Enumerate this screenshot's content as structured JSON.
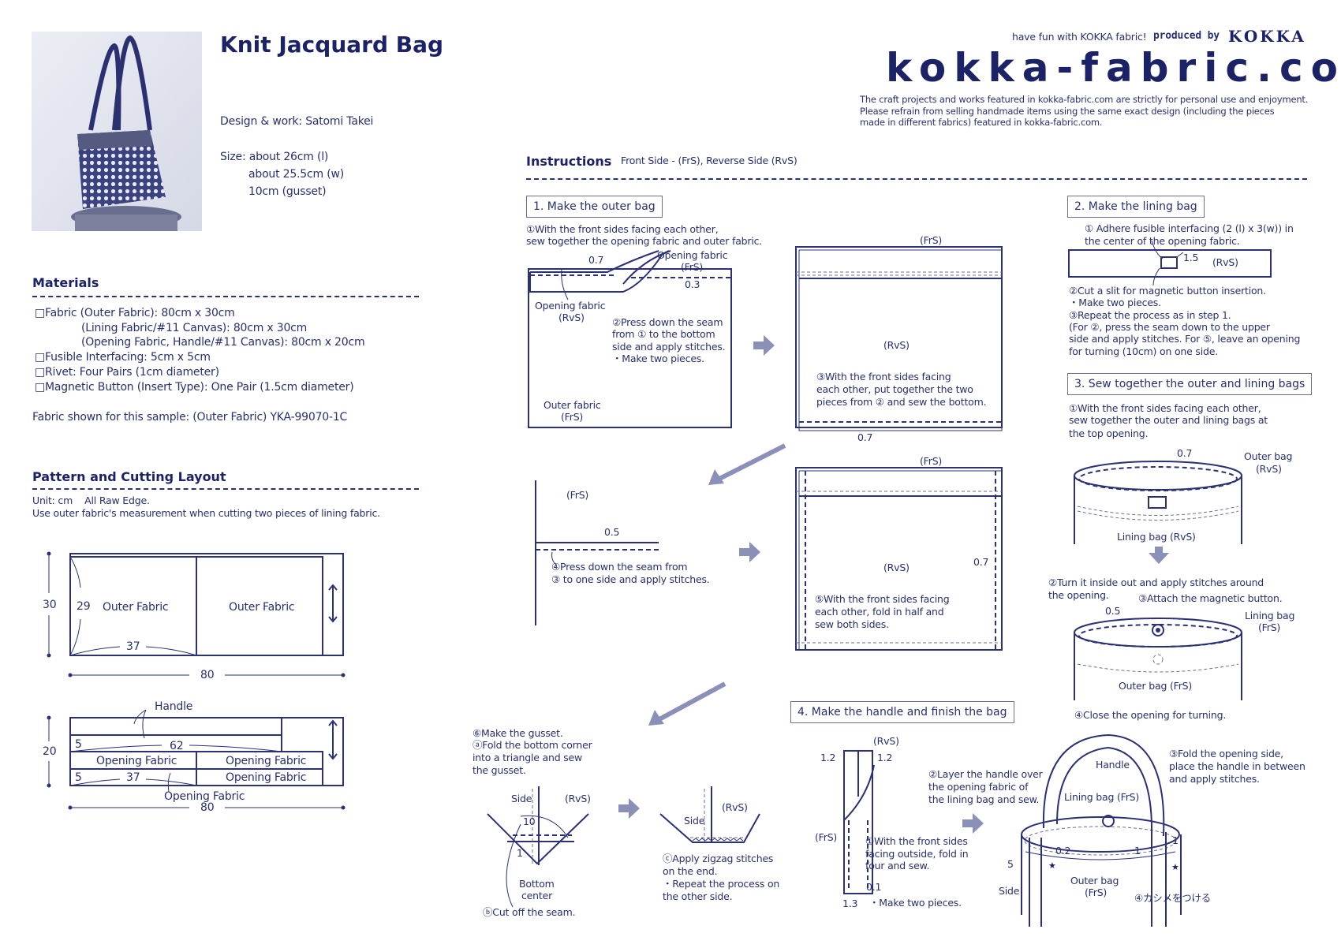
{
  "header": {
    "title": "Knit Jacquard Bag",
    "design": "Design & work: Satomi Takei",
    "size": [
      "Size: about 26cm (l)",
      "about 25.5cm (w)",
      "10cm (gusset)"
    ]
  },
  "brand": {
    "tagline": "have fun with KOKKA fabric!",
    "produced_by": "produced by",
    "kokka": "KOKKA",
    "logo": "kokka-fabric.com",
    "disclaimer": [
      "The craft projects and works featured in kokka-fabric.com are strictly for personal use and enjoyment.",
      "Please refrain from selling handmade items using the same exact design (including the pieces",
      "made in different fabrics) featured in kokka-fabric.com."
    ]
  },
  "materials": {
    "heading": "Materials",
    "items": [
      "□Fabric (Outer Fabric): 80cm x 30cm",
      "(Lining Fabric/#11 Canvas): 80cm x 30cm",
      "(Opening Fabric, Handle/#11 Canvas): 80cm x 20cm",
      "□Fusible Interfacing: 5cm x 5cm",
      "□Rivet: Four Pairs (1cm diameter)",
      "□Magnetic Button (Insert Type): One Pair (1.5cm diameter)"
    ],
    "sample": "Fabric shown for this sample: (Outer Fabric) YKA-99070-1C"
  },
  "pattern": {
    "heading": "Pattern and Cutting Layout",
    "unit": "Unit: cm    All Raw Edge.",
    "note": "Use outer fabric's measurement when cutting two pieces of lining fabric.",
    "layout1": {
      "height": "30",
      "piece_height": "29",
      "piece_a": "Outer Fabric",
      "piece_b": "Outer Fabric",
      "piece_width": "37",
      "width": "80"
    },
    "layout2": {
      "handle": "Handle",
      "height": "20",
      "handle_w": "5",
      "handle_len": "62",
      "open_a": "Opening Fabric",
      "open_b": "Opening Fabric",
      "open_c": "Opening Fabric",
      "open_w": "5",
      "open_len": "37",
      "open_d": "Opening Fabric",
      "width": "80"
    }
  },
  "instructions": {
    "heading": "Instructions",
    "legend": "Front Side - (FrS), Reverse Side (RvS)",
    "step1": {
      "title": "1. Make the outer bag",
      "s1": [
        "①With the front sides facing each other,",
        "sew together the opening fabric and outer fabric."
      ],
      "m07": "0.7",
      "open_frs": [
        "Opening fabric",
        "(FrS)"
      ],
      "m03": "0.3",
      "open_rvs": [
        "Opening fabric",
        "(RvS)"
      ],
      "s2": [
        "②Press down the seam",
        "from ① to the bottom",
        "side and apply stitches.",
        "・Make two pieces."
      ],
      "outer_frs": [
        "Outer fabric",
        "(FrS)"
      ],
      "frs": "(FrS)",
      "rvs": "(RvS)",
      "s3": [
        "③With the front sides facing",
        "each other, put together the two",
        "pieces from ② and sew the bottom."
      ],
      "m07b": "0.7",
      "s4_frs": "(FrS)",
      "m05": "0.5",
      "s4": [
        "④Press down the seam from",
        "③ to one side and apply stitches."
      ],
      "s5_frs": "(FrS)",
      "s5_rvs": "(RvS)",
      "m07c": "0.7",
      "s5": [
        "⑤With the front sides facing",
        "each other, fold in half and",
        "sew both sides."
      ],
      "s6": [
        "⑥Make the gusset.",
        "ⓐFold the bottom corner",
        "into a triangle and sew",
        "the gusset."
      ],
      "g_side": "Side",
      "g_rvs": "(RvS)",
      "g10": "10",
      "g1": "1",
      "g_bottom": [
        "Bottom",
        "center"
      ],
      "g_cut": "ⓑCut off the seam.",
      "g2_side": "Side",
      "g2_rvs": "(RvS)",
      "g2_text": [
        "ⓒApply zigzag stitches",
        "on the end.",
        "・Repeat the process on",
        "the other side."
      ]
    },
    "step2": {
      "title": "2. Make the lining bag",
      "s1": [
        "① Adhere fusible interfacing (2 (l) x 3(w)) in",
        "the center of the opening fabric."
      ],
      "m15": "1.5",
      "rvs": "(RvS)",
      "s2": [
        "②Cut a slit for magnetic button insertion.",
        "・Make two pieces.",
        "③Repeat the process as in step 1.",
        "(For ②, press the seam down to the upper",
        "side and apply stitches. For ⑤, leave an opening",
        "for turning (10cm) on one side."
      ]
    },
    "step3": {
      "title": "3. Sew together the outer and lining bags",
      "s1": [
        "①With the front sides facing each other,",
        "sew together the outer and lining bags at",
        "the top opening."
      ],
      "m07": "0.7",
      "outer_rvs": [
        "Outer bag",
        "(RvS)"
      ],
      "lining_rvs": "Lining bag (RvS)",
      "s2": [
        "②Turn it inside out and apply stitches around",
        "the opening."
      ],
      "s3": "③Attach the magnetic button.",
      "m05": "0.5",
      "lining_frs": [
        "Lining bag",
        "(FrS)"
      ],
      "outer_frs": "Outer bag (FrS)",
      "s4": "④Close the opening for turning."
    },
    "step4": {
      "title": "4. Make the handle and finish the bag",
      "rvs": "(RvS)",
      "m12a": "1.2",
      "m12b": "1.2",
      "frs": "(FrS)",
      "s1": [
        "①With the front sides",
        "facing outside, fold in",
        "four and sew."
      ],
      "m01": "0.1",
      "m13": "1.3",
      "two": "・Make two pieces.",
      "s2": [
        "②Layer the handle over",
        "the opening fabric of",
        "the lining bag and sew."
      ],
      "handle": "Handle",
      "lining_frs": "Lining bag (FrS)",
      "s3": [
        "③Fold the opening side,",
        "place the handle in between",
        "and apply stitches."
      ],
      "m02": "0.2",
      "m1a": "1",
      "m1b": "1",
      "m5": "5",
      "side": "Side",
      "outer_frs": [
        "Outer bag",
        "(FrS)"
      ],
      "s4": "④カシメをつける"
    }
  },
  "colors": {
    "ink": "#1f2870",
    "arrow": "#8b90b8"
  }
}
